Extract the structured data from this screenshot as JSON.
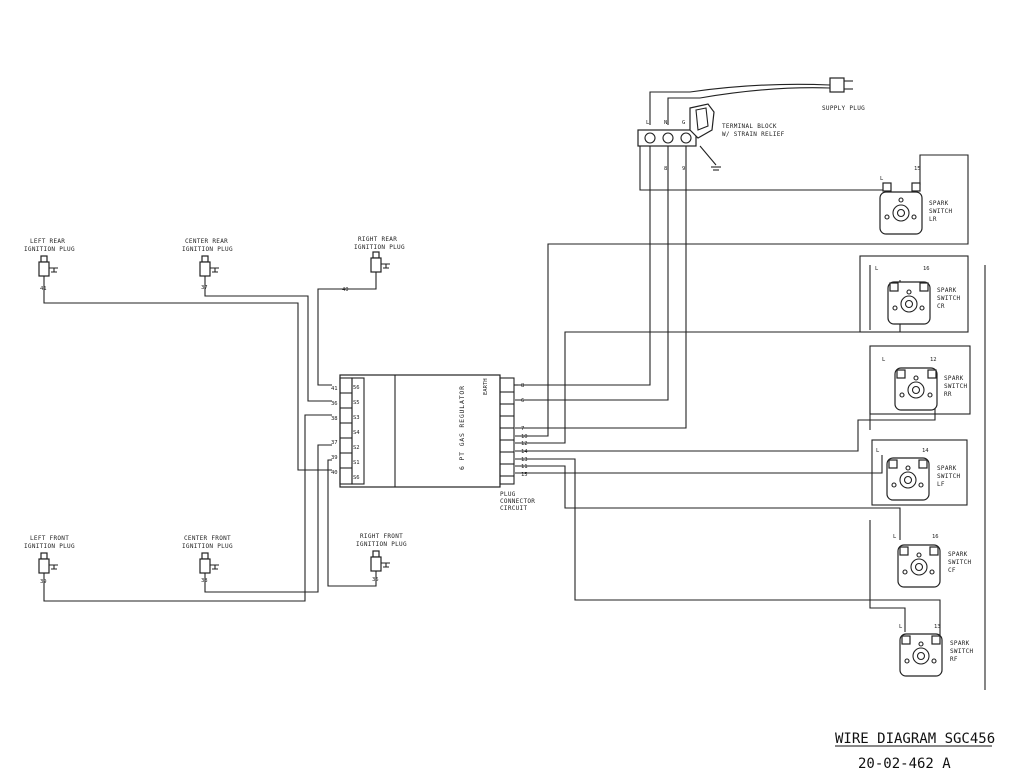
{
  "title": {
    "line1": "WIRE DIAGRAM SGC456",
    "line2": "20-02-462 A"
  },
  "supply": {
    "supply_plug": "SUPPLY PLUG",
    "terminal_block_line1": "TERMINAL BLOCK",
    "terminal_block_line2": "W/ STRAIN RELIEF",
    "terminals": [
      "L",
      "N",
      "G"
    ],
    "wire_numbers": [
      "8",
      "9"
    ]
  },
  "ignition_plugs": {
    "left_rear": {
      "line1": "LEFT REAR",
      "line2": "IGNITION PLUG",
      "wire": "41"
    },
    "center_rear": {
      "line1": "CENTER REAR",
      "line2": "IGNITION PLUG",
      "wire": "37"
    },
    "right_rear": {
      "line1": "RIGHT REAR",
      "line2": "IGNITION PLUG",
      "wire": "40"
    },
    "left_front": {
      "line1": "LEFT FRONT",
      "line2": "IGNITION PLUG",
      "wire": "39"
    },
    "center_front": {
      "line1": "CENTER FRONT",
      "line2": "IGNITION PLUG",
      "wire": "38"
    },
    "right_front": {
      "line1": "RIGHT FRONT",
      "line2": "IGNITION PLUG",
      "wire": "36"
    }
  },
  "regulator": {
    "label": "6 PT GAS REGULATOR",
    "plug_label_line1": "PLUG",
    "plug_label_line2": "CONNECTOR",
    "plug_label_line3": "CIRCUIT",
    "earth_label": "EARTH",
    "left_pins": [
      "56",
      "S5",
      "S3",
      "S4",
      "S2",
      "S1",
      "S6"
    ],
    "left_wires": [
      "41",
      "36",
      "38",
      "37",
      "39",
      "40"
    ],
    "right_wires": [
      "8",
      "6",
      "7",
      "10",
      "12",
      "14",
      "13",
      "11",
      "15"
    ]
  },
  "spark_switches": [
    {
      "line1": "SPARK",
      "line2": "SWITCH",
      "line3": "LR",
      "l": "L",
      "num": "15"
    },
    {
      "line1": "SPARK",
      "line2": "SWITCH",
      "line3": "CR",
      "l": "L",
      "num": "16"
    },
    {
      "line1": "SPARK",
      "line2": "SWITCH",
      "line3": "RR",
      "l": "L",
      "num": "12"
    },
    {
      "line1": "SPARK",
      "line2": "SWITCH",
      "line3": "LF",
      "l": "L",
      "num": "14"
    },
    {
      "line1": "SPARK",
      "line2": "SWITCH",
      "line3": "CF",
      "l": "L",
      "num": "16"
    },
    {
      "line1": "SPARK",
      "line2": "SWITCH",
      "line3": "RF",
      "l": "L",
      "num": "13"
    }
  ],
  "colors": {
    "ink": "#222222",
    "paper": "#ffffff"
  }
}
